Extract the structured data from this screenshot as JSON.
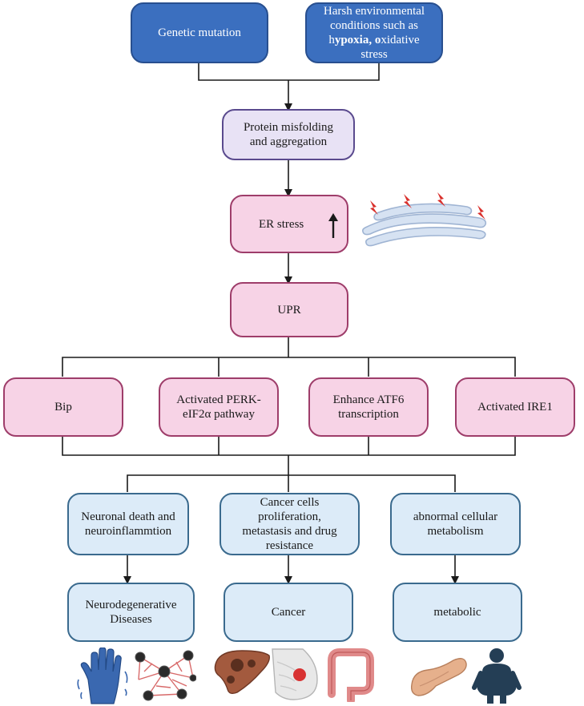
{
  "top": {
    "genetic": "Genetic mutation",
    "harsh_1": "Harsh environmental",
    "harsh_2": "conditions such as",
    "harsh_h": "h",
    "harsh_hypoxia": "ypoxia,",
    "harsh_o": "o",
    "harsh_oxidative": "xidative",
    "harsh_3": "stress"
  },
  "misfolding": {
    "line1": "Protein  misfolding",
    "line2": "and aggregation"
  },
  "er_stress": {
    "label": "ER stress"
  },
  "upr": {
    "label": "UPR"
  },
  "branches": [
    {
      "line1": "Bip",
      "line2": ""
    },
    {
      "line1": "Activated PERK-",
      "line2": "eIF2α pathway"
    },
    {
      "line1": "Enhance ATF6",
      "line2": "transcription"
    },
    {
      "line1": "Activated IRE1",
      "line2": ""
    }
  ],
  "effects": [
    {
      "line1": "Neuronal death and",
      "line2": "neuroinflammtion",
      "line3": ""
    },
    {
      "line1": "Cancer cells",
      "line2": "proliferation,",
      "line3": "metastasis and drug",
      "line4": "resistance"
    },
    {
      "line1": "abnormal cellular",
      "line2": "metabolism",
      "line3": ""
    }
  ],
  "outcomes": [
    {
      "line1": "Neurodegenerative",
      "line2": "Diseases"
    },
    {
      "line1": "Cancer",
      "line2": ""
    },
    {
      "line1": "metabolic",
      "line2": ""
    }
  ],
  "icons": {
    "er": "endoplasmic-reticulum-icon",
    "lightning": "lightning-icon",
    "hand": "tremor-hand-icon",
    "neuron": "neuron-network-icon",
    "liver": "liver-tumor-icon",
    "breast": "breast-tumor-icon",
    "colon": "colon-icon",
    "pancreas": "pancreas-icon",
    "person": "obese-person-icon"
  },
  "colors": {
    "blue": "#3b6fbf",
    "lavender": "#e8e2f5",
    "pink": "#f7d3e6",
    "light_blue": "#dcebf8"
  }
}
